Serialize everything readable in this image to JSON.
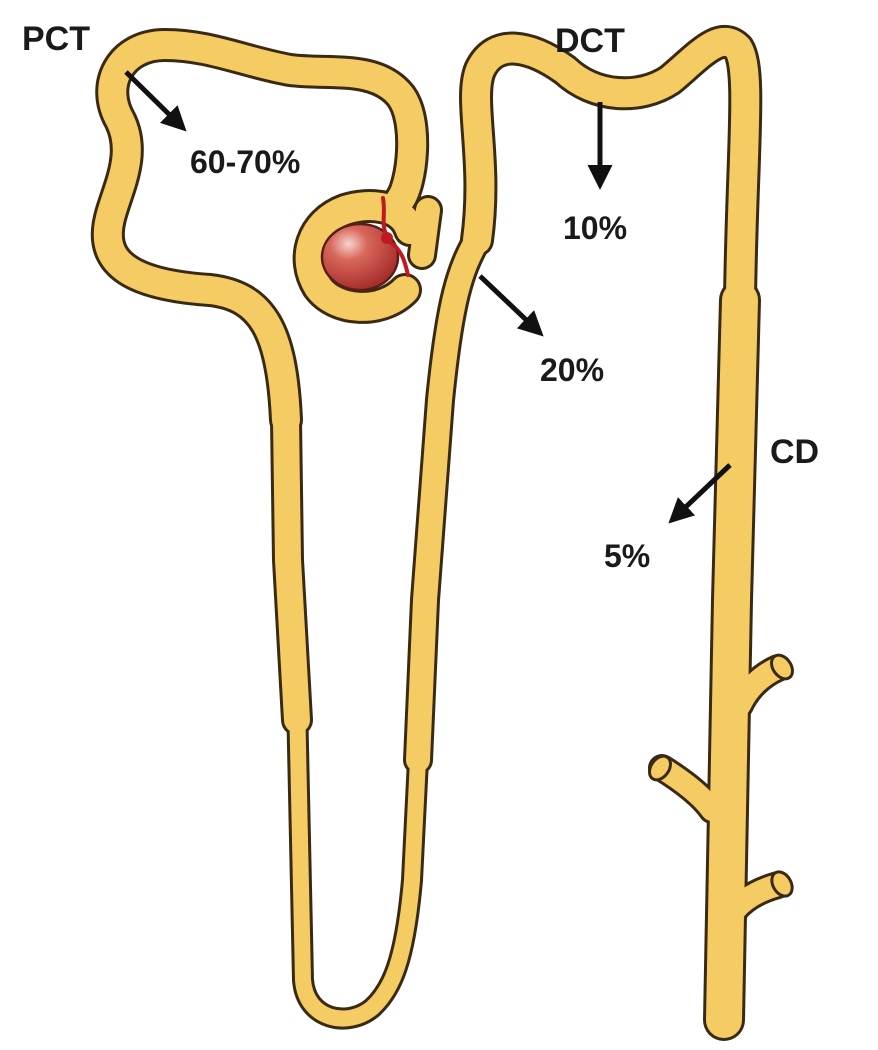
{
  "colors": {
    "tubule_fill": "#f4cc63",
    "tubule_outline": "#3a2a14",
    "glomerulus_fill": "#c2463c",
    "glomerulus_highlight": "#f3c6bc",
    "vessel": "#c01a20",
    "arrow": "#111111",
    "text": "#1a1a1a"
  },
  "labels": {
    "pct": "PCT",
    "dct": "DCT",
    "cd": "CD"
  },
  "reabsorption": {
    "pct": "60-70%",
    "dct": "10%",
    "loop": "20%",
    "cd": "5%"
  },
  "icons": {
    "glomerulus": "glomerulus-icon",
    "arrow": "arrow-icon"
  }
}
